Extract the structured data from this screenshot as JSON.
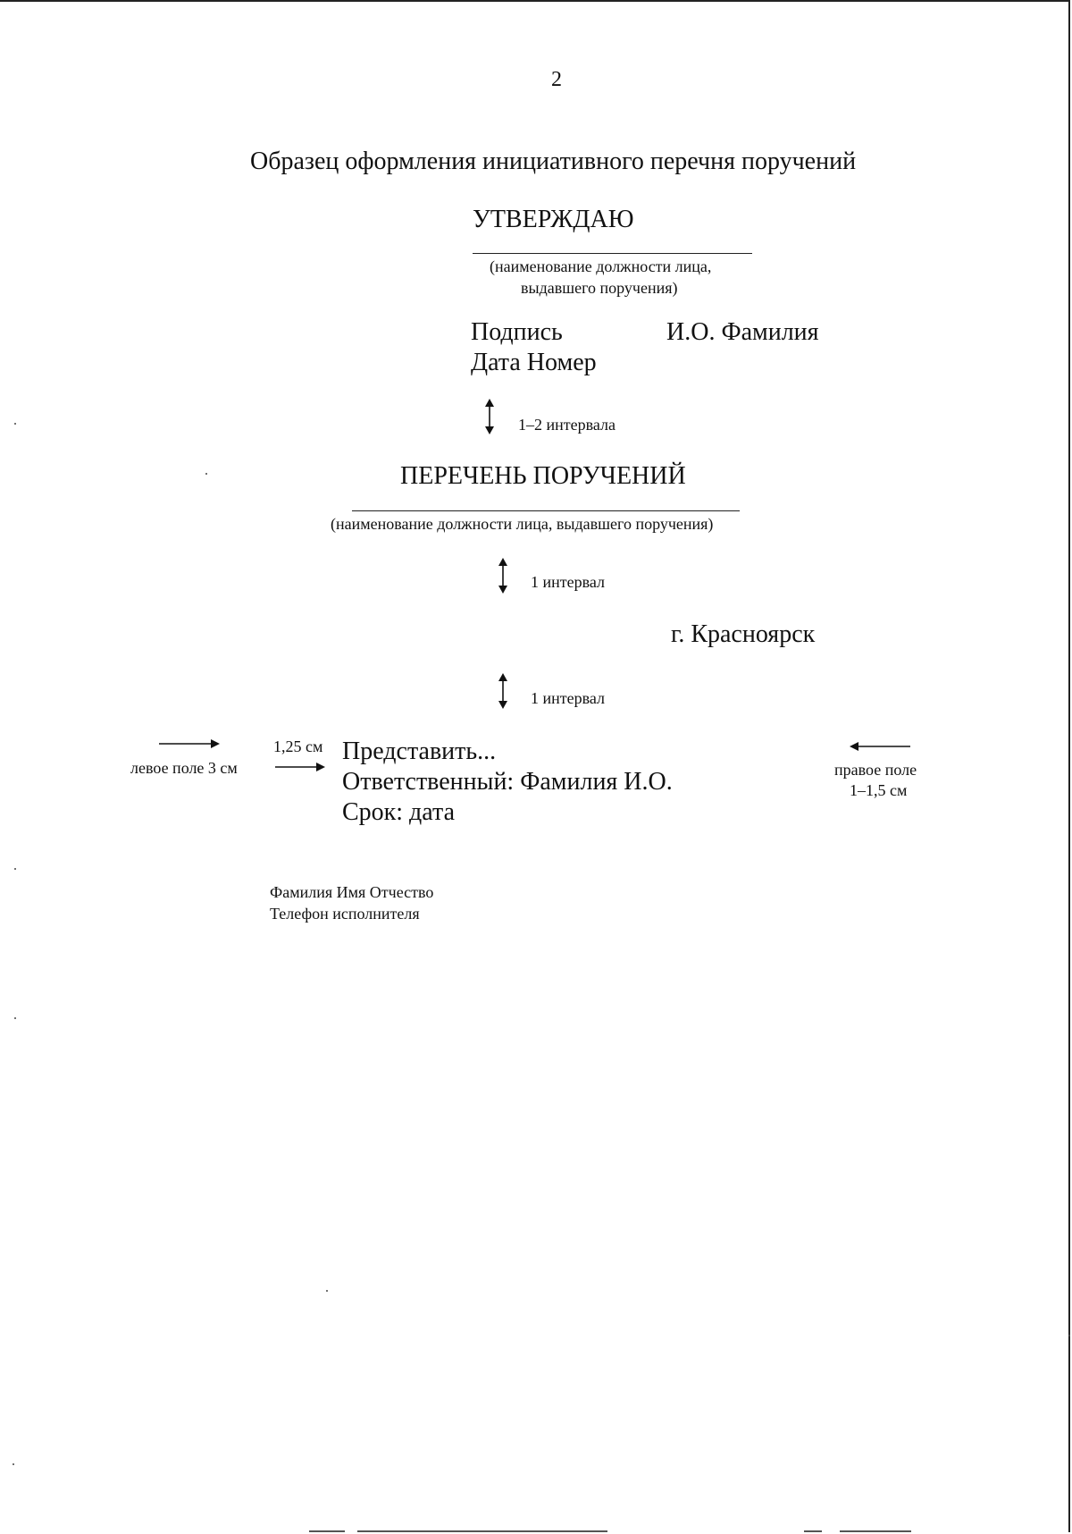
{
  "page_number": "2",
  "title": "Образец оформления инициативного перечня поручений",
  "approve": {
    "heading": "УТВЕРЖДАЮ",
    "caption_line1": "(наименование должности лица,",
    "caption_line2": "выдавшего поручения)",
    "signature": "Подпись",
    "name": "И.О. Фамилия",
    "date_number": "Дата Номер"
  },
  "spacing": {
    "after_approve": "1–2 интервала",
    "after_caption": "1 интервал",
    "after_city": "1 интервал"
  },
  "list_heading": "ПЕРЕЧЕНЬ ПОРУЧЕНИЙ",
  "list_caption": "(наименование должности лица, выдавшего поручения)",
  "city": "г. Красноярск",
  "margins": {
    "left": "левое поле 3 см",
    "indent": "1,25 см",
    "right_line1": "правое поле",
    "right_line2": "1–1,5 см"
  },
  "body": {
    "line1": "Представить...",
    "line2": "Ответственный: Фамилия И.О.",
    "line3": "Срок: дата"
  },
  "executor": {
    "name": "Фамилия Имя Отчество",
    "phone": "Телефон исполнителя"
  }
}
